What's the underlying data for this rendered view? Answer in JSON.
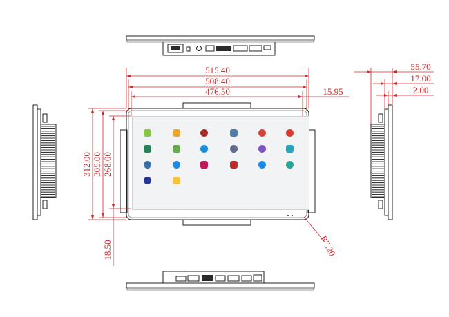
{
  "dimensions": {
    "width_outer": "515.40",
    "width_mid": "508.40",
    "width_inner": "476.50",
    "right_offset": "15.95",
    "height_outer": "312.00",
    "height_mid": "305.00",
    "height_inner": "268.00",
    "bottom_offset": "18.50",
    "corner_radius": "R7.20",
    "depth_total": "55.70",
    "depth_mid": "17.00",
    "depth_bezel": "2.00"
  },
  "screen": {
    "apps": [
      {
        "color": "#8bc34a",
        "icon": "android-icon"
      },
      {
        "color": "#f0a630",
        "icon": "mail-icon"
      },
      {
        "color": "#a0302c",
        "icon": "gear-icon"
      },
      {
        "color": "#4a7fb0",
        "icon": "grid-icon"
      },
      {
        "color": "#d0453f",
        "icon": "mic-icon"
      },
      {
        "color": "#d93a2e",
        "icon": "power-icon"
      },
      {
        "color": "#2e7d5b",
        "icon": "window-icon"
      },
      {
        "color": "#6aa84f",
        "icon": "photo-icon"
      },
      {
        "color": "#1f8dd6",
        "icon": "cloud-icon"
      },
      {
        "color": "#5f6b8a",
        "icon": "cog-icon"
      },
      {
        "color": "#7e57c2",
        "icon": "ball-icon"
      },
      {
        "color": "#29a3b8",
        "icon": "terminal-icon"
      },
      {
        "color": "#3d6ea8",
        "icon": "search-icon"
      },
      {
        "color": "#1e88e5",
        "icon": "person-icon"
      },
      {
        "color": "#c2185b",
        "icon": "picture-icon"
      },
      {
        "color": "#c62828",
        "icon": "briefcase-icon"
      },
      {
        "color": "#1e88e5",
        "icon": "download-icon"
      },
      {
        "color": "#26a69a",
        "icon": "browser-icon"
      },
      {
        "color": "#283593",
        "icon": "music-icon"
      },
      {
        "color": "#f6c343",
        "icon": "folder-icon"
      }
    ]
  }
}
